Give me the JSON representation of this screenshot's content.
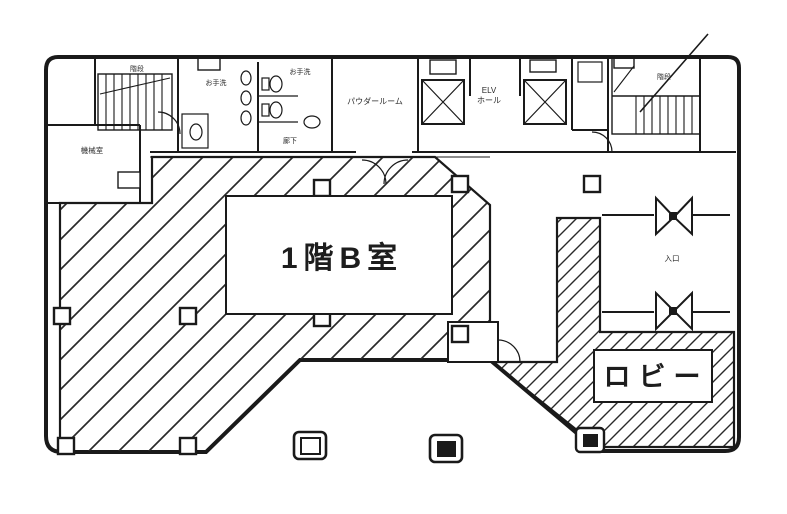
{
  "page": {
    "background": "#ffffff",
    "ink": "#1a1a1a",
    "hatch_color": "#2a2a2a"
  },
  "floorplan": {
    "rooms": {
      "main_room": {
        "label": "1階B室"
      },
      "lobby": {
        "label": "ロビー"
      },
      "elevator_hall": {
        "line1": "ELV",
        "line2": "ホール"
      },
      "restroom_left": {
        "label": "お手洗"
      },
      "restroom_right": {
        "label": "お手洗"
      },
      "powder_room": {
        "label": "パウダールーム"
      },
      "machine_room": {
        "label": "機械室"
      },
      "stairs_left": {
        "label": "階段"
      },
      "stairs_right": {
        "label": "階段"
      },
      "corridor": {
        "label": "廊下"
      },
      "entrance": {
        "label": "入口"
      }
    },
    "icons": {
      "elevator_shaft": "box-with-x-cross",
      "swing_door": "quarter-circle-arc",
      "entrance_door_pair": "bowtie-double-door",
      "stairs": "parallel-tread-lines",
      "column": "small-square-pillar",
      "hatch": "diagonal-line-fill"
    }
  }
}
